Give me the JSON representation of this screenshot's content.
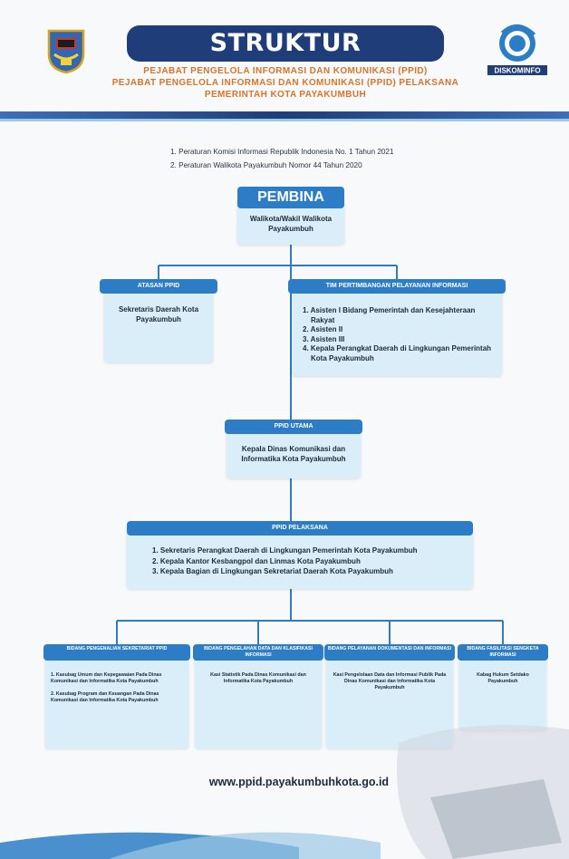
{
  "header": {
    "title": "STRUKTUR ORGANISASI",
    "subtitle_1": "PEJABAT PENGELOLA INFORMASI DAN KOMUNIKASI (PPID)",
    "subtitle_2": "PEJABAT PENGELOLA INFORMASI DAN KOMUNIKASI (PPID) PELAKSANA",
    "subtitle_3": "PEMERINTAH KOTA PAYAKUMBUH",
    "logo_right_text": "DISKOMINFO",
    "colors": {
      "title_bg": "#1e3d79",
      "subtitle": "#d9742a"
    }
  },
  "references": [
    "1. Peraturan Komisi Informasi Republik Indonesia No. 1 Tahun 2021",
    "2. Peraturan Walikota Payakumbuh Nomor 44 Tahun 2020"
  ],
  "pembina": {
    "title": "PEMBINA",
    "body": "Walikota/Wakil Walikota Payakumbuh"
  },
  "atasan": {
    "title": "ATASAN PPID",
    "body": "Sekretaris Daerah Kota Payakumbuh"
  },
  "tim": {
    "title": "TIM PERTIMBANGAN PELAYANAN INFORMASI",
    "items": [
      "1. Asisten I Bidang Pemerintah dan Kesejahteraan Rakyat",
      "2. Asisten II",
      "3. Asisten III",
      "4. Kepala Perangkat Daerah di Lingkungan Pemerintah Kota Payakumbuh"
    ]
  },
  "utama": {
    "title": "PPID UTAMA",
    "body": "Kepala Dinas Komunikasi dan Informatika Kota Payakumbuh"
  },
  "pelaksana": {
    "title": "PPID PELAKSANA",
    "items": [
      "1. Sekretaris Perangkat Daerah di Lingkungan Pemerintah Kota Payakumbuh",
      "2. Kepala Kantor Kesbangpol dan Linmas Kota Payakumbuh",
      "3. Kepala Bagian di Lingkungan Sekretariat Daerah Kota Payakumbuh"
    ]
  },
  "bidang": [
    {
      "title": "BIDANG PENGENALIAN SEKRETARIAT PPID",
      "body": "1. Kasubag Umum dan Kepegawaian Pada Dinas Komunikasi dan Informatika Kota Payakumbuh\n\n2. Kasubag Program dan Keuangan Pada Dinas Komunikasi dan Informatika Kota Payakumbuh"
    },
    {
      "title": "BIDANG PENGELAHAN DATA DAN KLASIFIKASI INFORMASI",
      "body": "Kasi Statistik Pada Dinas Komunikasi dan Informatika Kota Payakumbuh"
    },
    {
      "title": "BIDANG PELAYANAN DOKUMENTASI DAN INFORMASI",
      "body": "Kasi Pengelolaan Data dan Informasi Publik Pada Dinas Komunikasi dan Informatika Kota Payakumbuh"
    },
    {
      "title": "BIDANG FASILITASI SENGKETA INFORMASI",
      "body": "Kabag Hukum Setdako Payakumbuh"
    }
  ],
  "website": "www.ppid.payakumbuhkota.go.id",
  "colors": {
    "box_bg": "#d9eef9",
    "box_head": "#2c7cc6",
    "line": "#2c7cc6"
  }
}
